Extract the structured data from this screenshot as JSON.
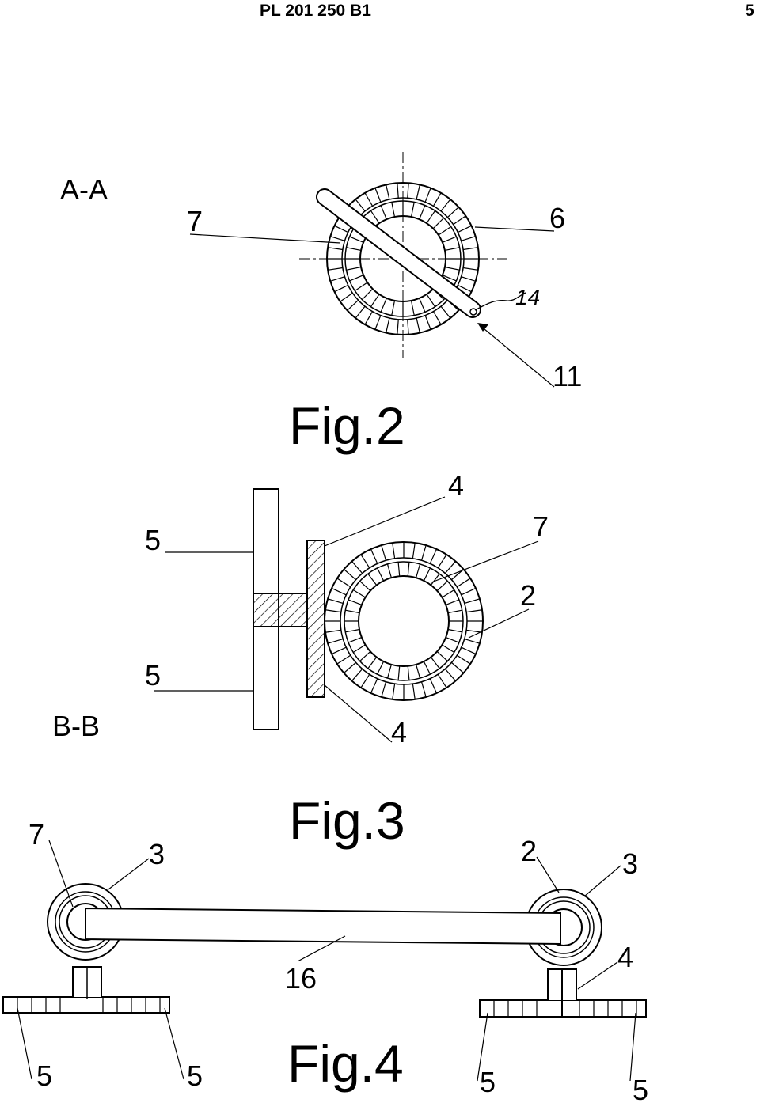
{
  "header": {
    "patent_number": "PL 201 250 B1",
    "page_number": "5"
  },
  "fig2": {
    "caption": "Fig.2",
    "section": "A-A",
    "labels": {
      "l7": "7",
      "l6": "6",
      "l14": "14",
      "l11": "11"
    }
  },
  "fig3": {
    "caption": "Fig.3",
    "section": "B-B",
    "labels": {
      "l4_top": "4",
      "l5_top": "5",
      "l7": "7",
      "l2": "2",
      "l5_bottom": "5",
      "l4_bottom": "4"
    }
  },
  "fig4": {
    "caption": "Fig.4",
    "labels": {
      "l7": "7",
      "l3_left": "3",
      "l2": "2",
      "l3_right": "3",
      "l16": "16",
      "l4": "4",
      "l5_a": "5",
      "l5_b": "5",
      "l5_c": "5",
      "l5_d": "5"
    }
  }
}
